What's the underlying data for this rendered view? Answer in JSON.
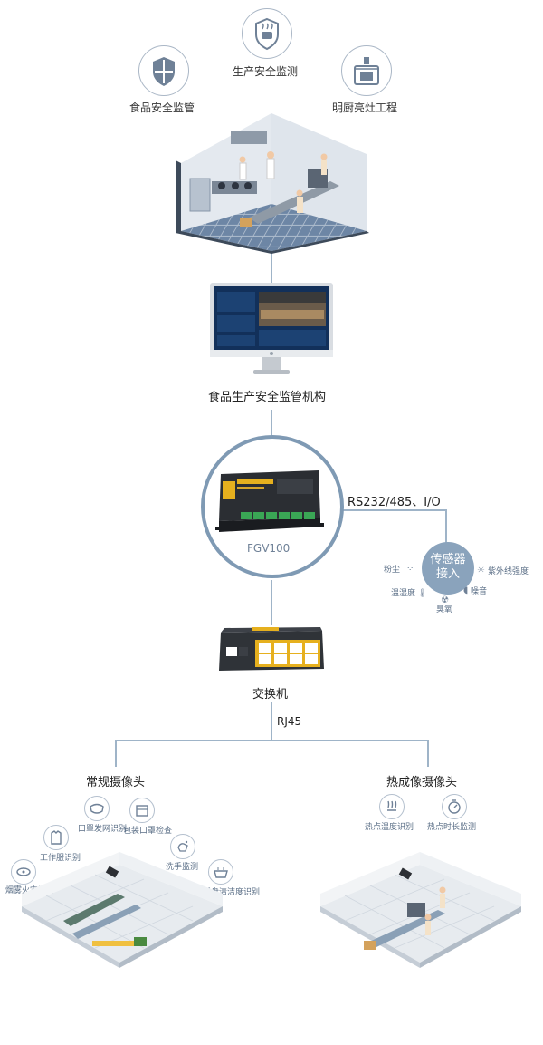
{
  "top_icons": [
    {
      "label": "生产安全监测",
      "icon": "shield-cup-icon"
    },
    {
      "label": "食品安全监管",
      "icon": "shield-icon"
    },
    {
      "label": "明厨亮灶工程",
      "icon": "stove-icon"
    }
  ],
  "monitor_label": "食品生产安全监管机构",
  "device_label": "FGV100",
  "serial_link_label": "RS232/485、I/O",
  "sensor_hub": {
    "title_line1": "传感器",
    "title_line2": "接入",
    "items": [
      "粉尘",
      "紫外线强度",
      "温湿度",
      "噪音",
      "臭氧"
    ]
  },
  "switch_label": "交换机",
  "rj45_label": "RJ45",
  "left_camera": {
    "title": "常规摄像头",
    "features": [
      {
        "label": "口罩发网识别",
        "icon": "mask-icon"
      },
      {
        "label": "包装口罩检查",
        "icon": "package-icon"
      },
      {
        "label": "工作服识别",
        "icon": "uniform-icon"
      },
      {
        "label": "洗手监测",
        "icon": "handwash-icon"
      },
      {
        "label": "烟雾火灾识别",
        "icon": "smoke-icon"
      },
      {
        "label": "餐盘清洁度识别",
        "icon": "plate-icon"
      }
    ]
  },
  "right_camera": {
    "title": "热成像摄像头",
    "features": [
      {
        "label": "热点温度识别",
        "icon": "heat-icon"
      },
      {
        "label": "热点时长监测",
        "icon": "timer-icon"
      }
    ]
  }
}
